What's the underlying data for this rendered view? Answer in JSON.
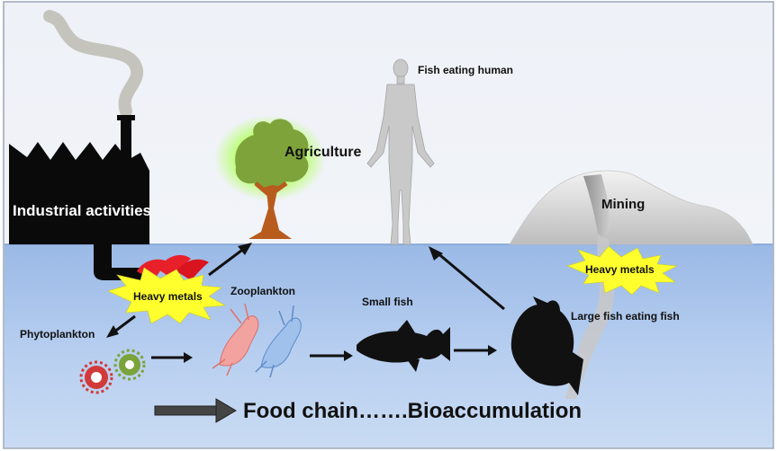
{
  "labels": {
    "industrial": "Industrial activities",
    "agriculture": "Agriculture",
    "human": "Fish eating human",
    "mining": "Mining",
    "heavy_metals_left": "Heavy metals",
    "heavy_metals_right": "Heavy metals",
    "zooplankton": "Zooplankton",
    "phytoplankton": "Phytoplankton",
    "small_fish": "Small fish",
    "large_fish": "Large fish eating fish",
    "footer": "Food chain…….Bioaccumulation"
  },
  "colors": {
    "sky": "#f1f4f9",
    "water": "#a9c4ea",
    "factory": "#0a0a0a",
    "smoke": "#c2c2bb",
    "tree_canopy": "#7ea33a",
    "tree_glow": "#a6f25c",
    "tree_trunk": "#b85c1d",
    "burst": "#ffff2e",
    "flame": "#e8202a",
    "fish": "#111111",
    "mountain": "#d9d9d9",
    "human": "#c9c9c9"
  }
}
